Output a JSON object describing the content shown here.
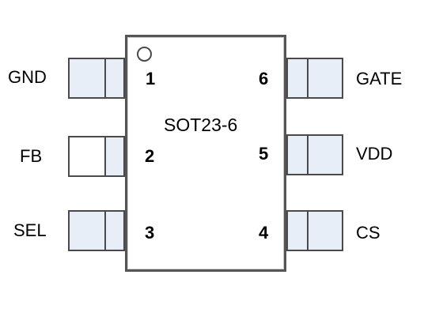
{
  "package": "SOT23-6",
  "pins_left": [
    {
      "number": "1",
      "name": "GND"
    },
    {
      "number": "2",
      "name": "FB"
    },
    {
      "number": "3",
      "name": "SEL"
    }
  ],
  "pins_right": [
    {
      "number": "6",
      "name": "GATE"
    },
    {
      "number": "5",
      "name": "VDD"
    },
    {
      "number": "4",
      "name": "CS"
    }
  ],
  "colors": {
    "outline": "#555555",
    "pad_fill": "#e8eef8"
  }
}
